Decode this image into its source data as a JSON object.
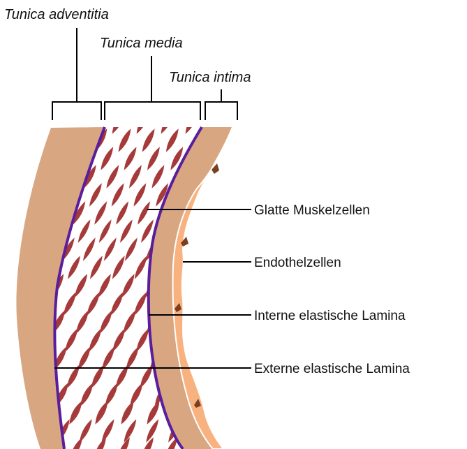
{
  "layer_labels": {
    "adventitia": "Tunica adventitia",
    "media": "Tunica media",
    "intima": "Tunica intima"
  },
  "callouts": {
    "smooth_muscle": "Glatte Muskelzellen",
    "endothelial": "Endothelzellen",
    "internal_lamina": "Interne elastische Lamina",
    "external_lamina": "Externe elastische Lamina"
  },
  "colors": {
    "adventitia": "#d9a682",
    "muscle": "#a63a3a",
    "intima": "#f7b27f",
    "lamina": "#5a1d9c",
    "nucleus": "#7a3f20",
    "line": "#000000"
  }
}
